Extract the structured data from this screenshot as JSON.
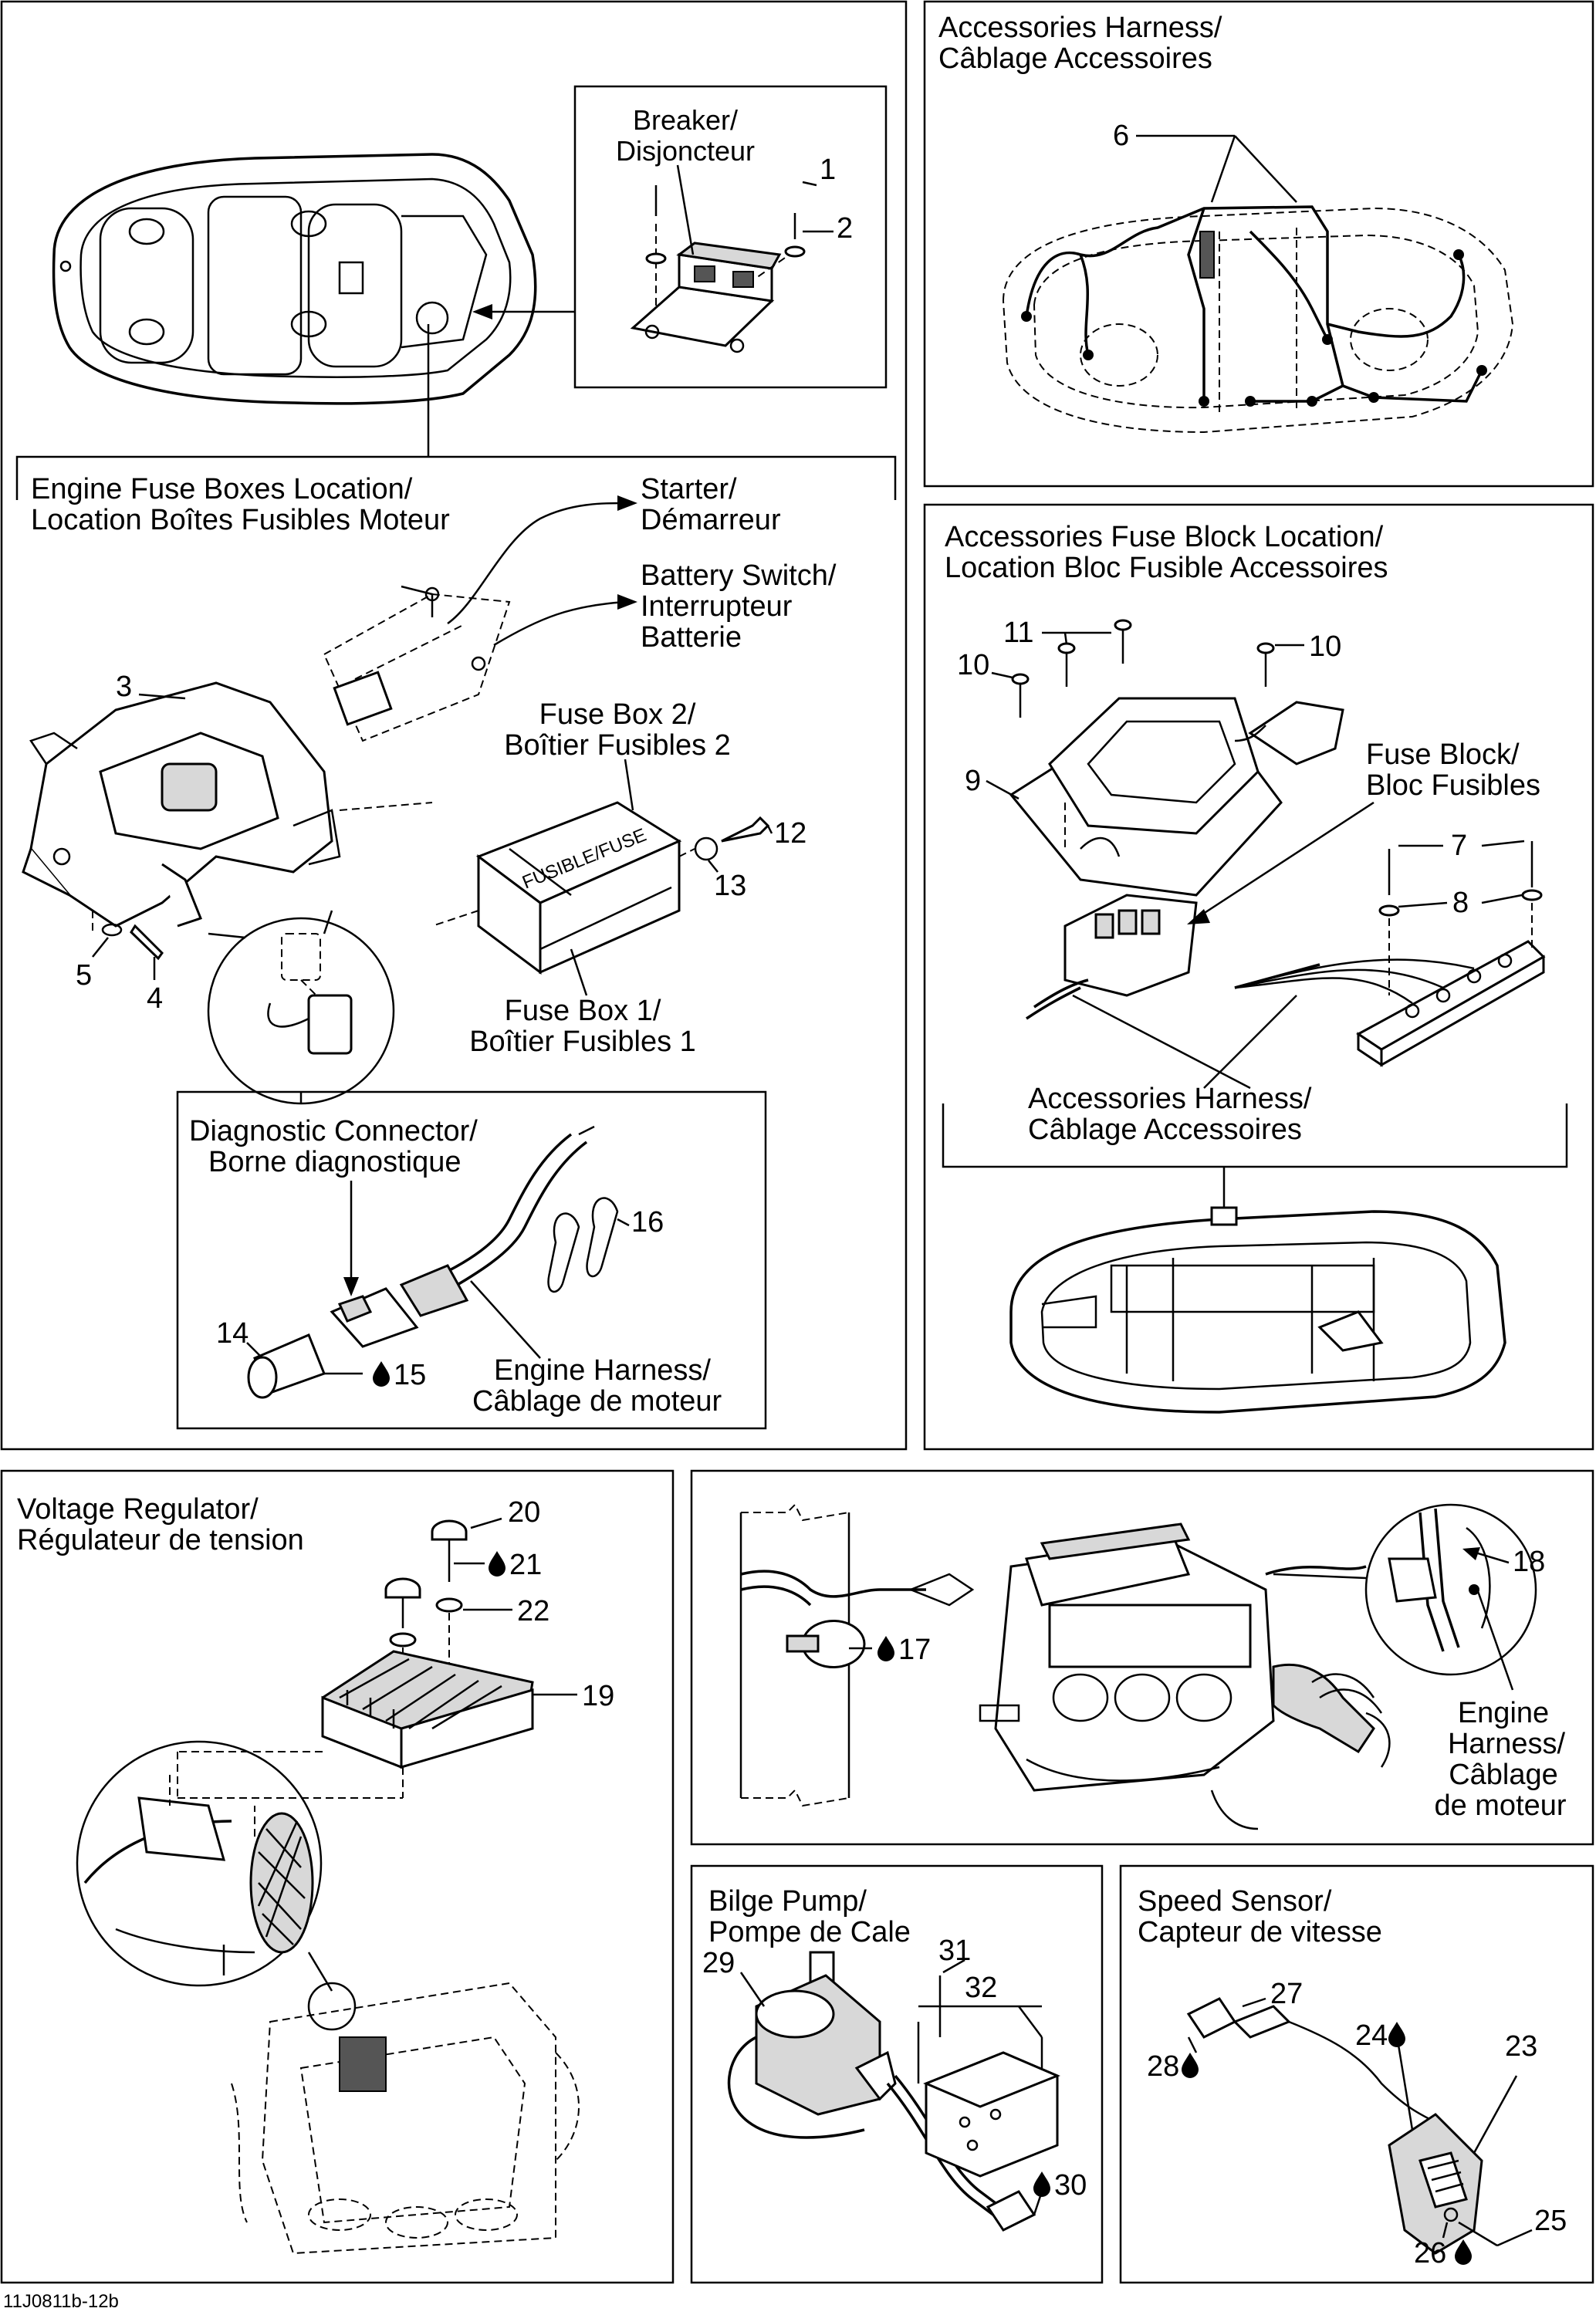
{
  "panels": {
    "breaker": {
      "title": [
        "Breaker/",
        "Disjoncteur"
      ]
    },
    "accessories_harness": {
      "title": [
        "Accessories Harness/",
        "Câblage Accessoires"
      ]
    },
    "engine_fuse": {
      "title": [
        "Engine Fuse Boxes Location/",
        "Location Boîtes Fusibles Moteur"
      ],
      "starter": [
        "Starter/",
        "Démarreur"
      ],
      "battery_switch": [
        "Battery Switch/",
        "Interrupteur",
        "Batterie"
      ],
      "fuse_box_2": [
        "Fuse Box 2/",
        "Boîtier Fusibles 2"
      ],
      "fuse_box_1": [
        "Fuse Box 1/",
        "Boîtier Fusibles 1"
      ],
      "fuse_box_marking": "FUSIBLE/FUSE"
    },
    "diagnostic": {
      "title": [
        "Diagnostic Connector/",
        "Borne diagnostique"
      ],
      "engine_harness": [
        "Engine Harness/",
        "Câblage de moteur"
      ]
    },
    "acc_fuse_block": {
      "title": [
        "Accessories Fuse Block Location/",
        "Location Bloc Fusible Accessoires"
      ],
      "fuse_block": [
        "Fuse Block/",
        "Bloc Fusibles"
      ],
      "accessories_harness": [
        "Accessories Harness/",
        "Câblage Accessoires"
      ]
    },
    "voltage_regulator": {
      "title": [
        "Voltage Regulator/",
        "Régulateur de tension"
      ]
    },
    "engine_harness_panel": {
      "engine_harness": [
        "Engine",
        "Harness/",
        "Câblage",
        "de moteur"
      ]
    },
    "bilge_pump": {
      "title": [
        "Bilge Pump/",
        "Pompe de Cale"
      ]
    },
    "speed_sensor": {
      "title": [
        "Speed Sensor/",
        "Capteur de vitesse"
      ]
    }
  },
  "callouts": {
    "c1": "1",
    "c2": "2",
    "c3": "3",
    "c4": "4",
    "c5": "5",
    "c6": "6",
    "c7": "7",
    "c8": "8",
    "c9": "9",
    "c10a": "10",
    "c10b": "10",
    "c11": "11",
    "c12": "12",
    "c13": "13",
    "c14": "14",
    "c15": "15",
    "c16": "16",
    "c17": "17",
    "c18": "18",
    "c19": "19",
    "c20": "20",
    "c21": "21",
    "c22": "22",
    "c23": "23",
    "c24": "24",
    "c25": "25",
    "c26": "26",
    "c27": "27",
    "c28": "28",
    "c29": "29",
    "c30": "30",
    "c31": "31",
    "c32": "32"
  },
  "figure_code": "11J0811b-12b",
  "icons": {
    "drop": "drop-icon"
  }
}
